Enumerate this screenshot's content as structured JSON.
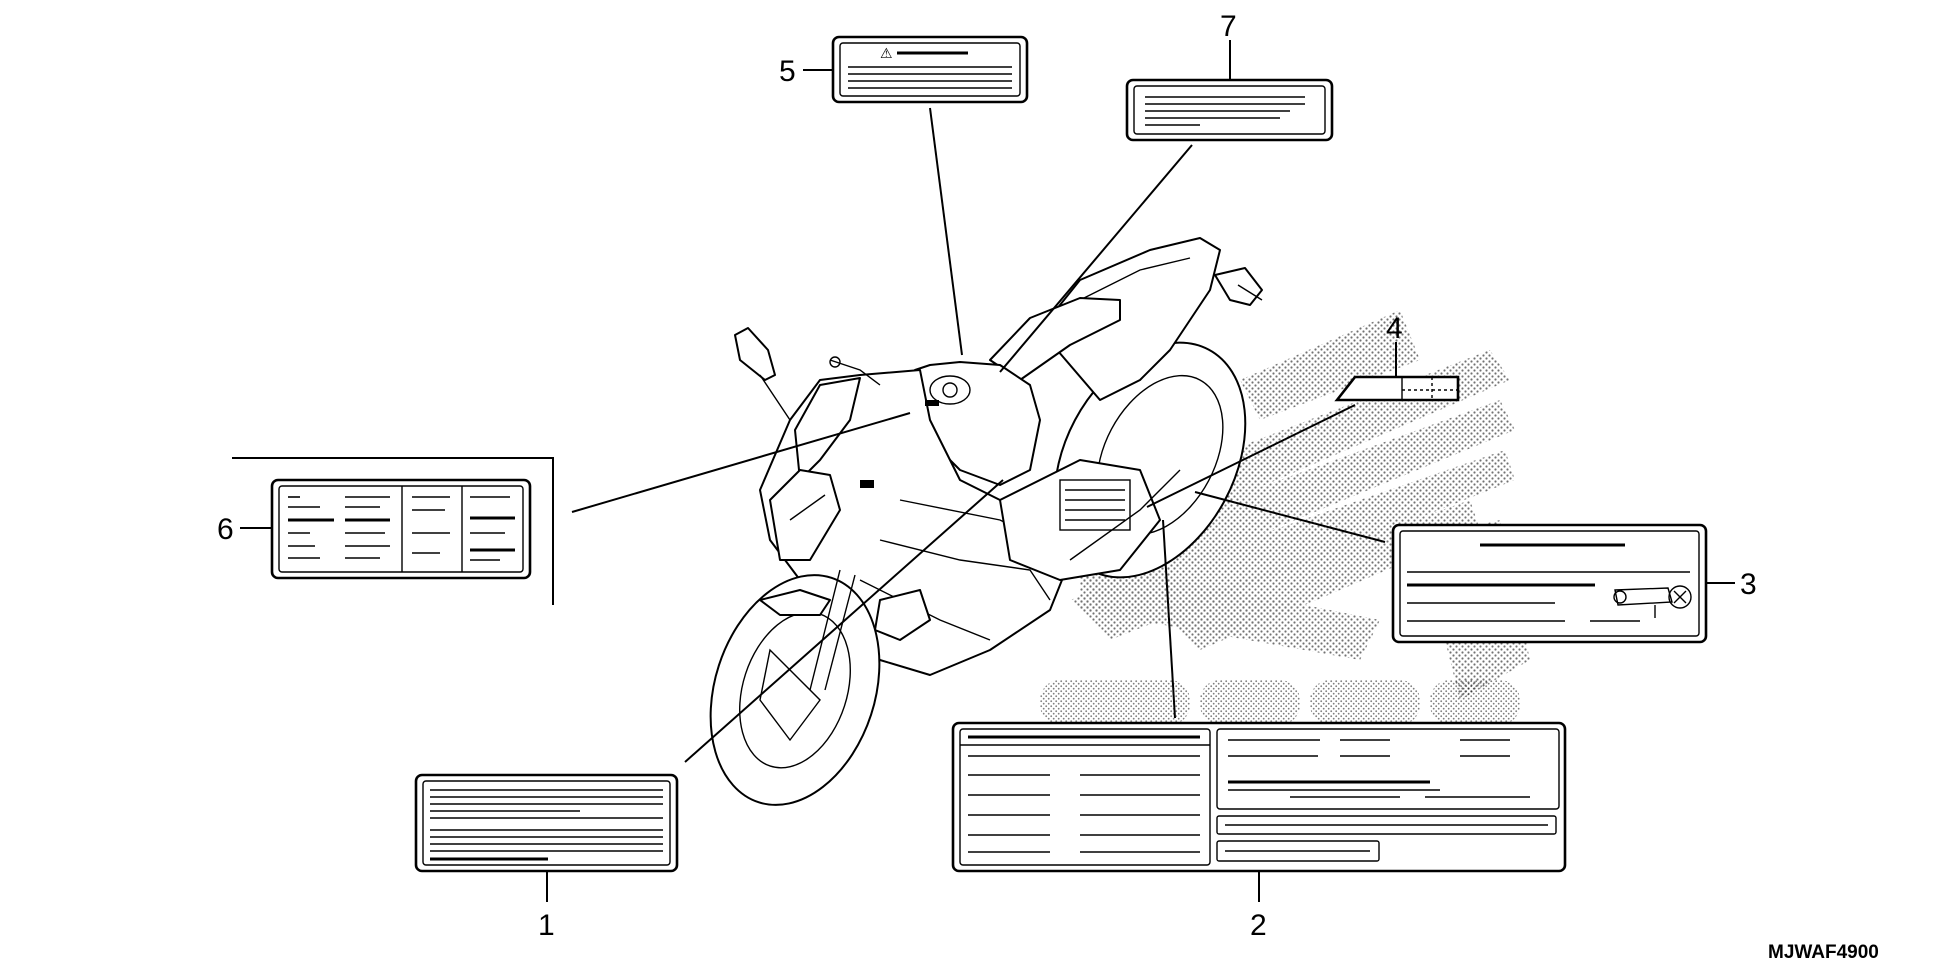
{
  "diagram": {
    "callouts": [
      {
        "id": "1",
        "label": "1"
      },
      {
        "id": "2",
        "label": "2"
      },
      {
        "id": "3",
        "label": "3"
      },
      {
        "id": "4",
        "label": "4"
      },
      {
        "id": "5",
        "label": "5"
      },
      {
        "id": "6",
        "label": "6"
      },
      {
        "id": "7",
        "label": "7"
      }
    ],
    "reference_code": "MJWAF4900",
    "label_5_symbol": "⚠"
  }
}
